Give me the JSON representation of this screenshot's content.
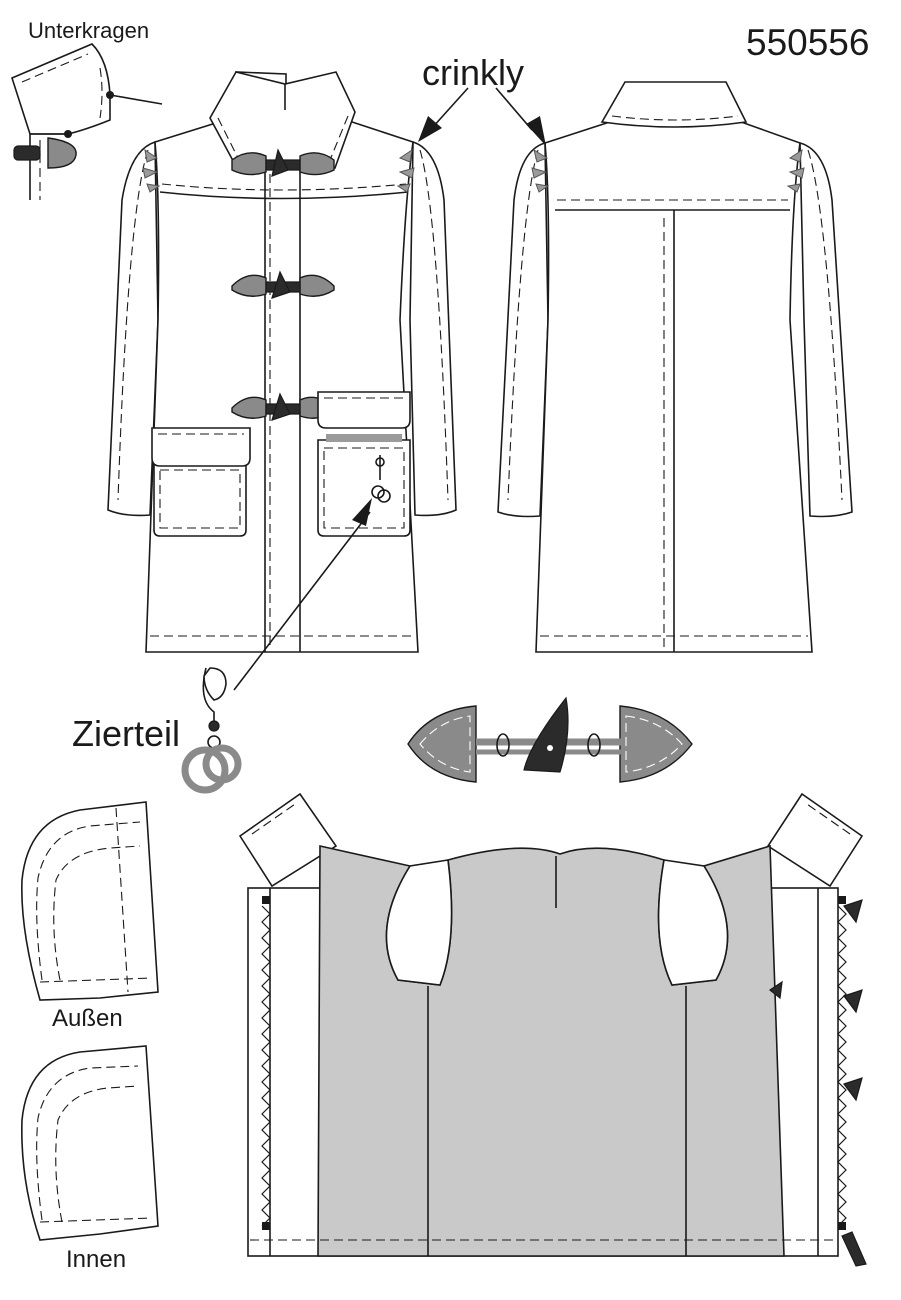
{
  "labels": {
    "unterkragen": "Unterkragen",
    "pattern_number": "550556",
    "crinkly": "crinkly",
    "zierteil": "Zierteil",
    "aussen": "Außen",
    "innen": "Innen"
  },
  "colors": {
    "line": "#1a1a1a",
    "lining_fill": "#c9c9c9",
    "toggle_fill": "#8a8a8a",
    "toggle_horn": "#2b2b2b"
  }
}
